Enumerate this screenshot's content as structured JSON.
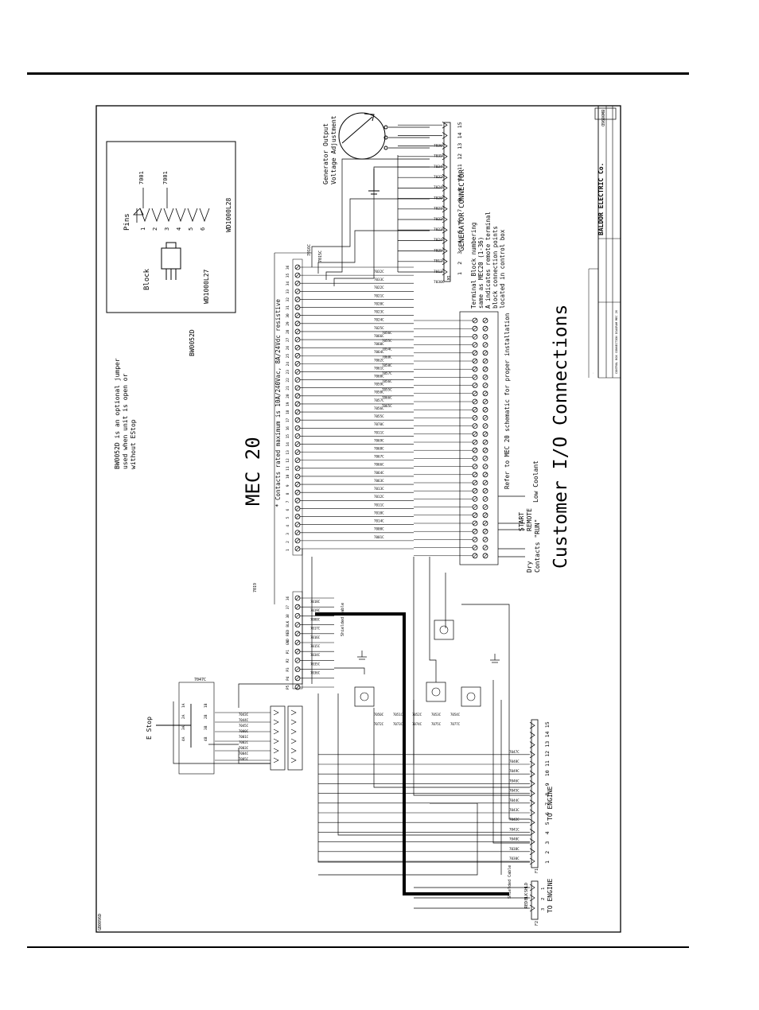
{
  "page": {
    "sheet_code_top": "BW0096D",
    "sheet_code_bottom": "GB0096D"
  },
  "title_block": {
    "company": "BALDOR ELECTRIC Co.",
    "drawing_title": "CONTROL BOX CONNECTION DIAGRAM MEC 20"
  },
  "main_title": "Customer I/O Connections",
  "mec_title": "MEC 20",
  "contacts_note": "* Contacts rated maximum is 10A/240Vac, 8A/24Vdc resistive",
  "refer_note": "Refer to MEC 20 schematic for proper installation",
  "terminal_note": [
    "Terminal Block numbering",
    "same as MEC20 (1-36)",
    "A indicates remote terminal",
    "block connection points",
    "located in control box"
  ],
  "jumper_note": [
    "BW0052D is an optional jumper",
    "used when unit is open or",
    "without EStop"
  ],
  "jumper_part": "BW0052D",
  "inset": {
    "block_label": "Block",
    "pins_label": "Pins",
    "part_block": "WD1000L27",
    "part_pins": "WD1000L28",
    "wire_top": "7001",
    "wire_bottom": "7001",
    "pins": [
      "1",
      "2",
      "3",
      "4",
      "5",
      "6"
    ]
  },
  "generator": {
    "connector_label": "GENERATOR CONNECTOR",
    "adjust_label": [
      "Generator Output",
      "Voltage Adjustment"
    ],
    "connector_id": "M1",
    "pins": [
      "1",
      "2",
      "3",
      "4",
      "5",
      "6",
      "7",
      "8",
      "9",
      "10",
      "11",
      "12",
      "13",
      "14",
      "15"
    ],
    "wires": [
      "7030C",
      "7013C",
      "7012C",
      "7025C",
      "7024C",
      "7023C",
      "7022C",
      "7021C",
      "7020C",
      "7024C",
      "7032C",
      "7034C",
      "7035C",
      "7036C"
    ]
  },
  "labels": {
    "estop": "E Stop",
    "low_coolant": "Low Coolant",
    "remote_start": [
      "REMOTE",
      "START"
    ],
    "dry_contacts": [
      "Dry",
      "Contacts \"RUN\""
    ],
    "to_engine_1": "TO ENGINE",
    "to_engine_2": "TO ENGINE",
    "shielded_cable_1": "Shielded Cable",
    "shielded_cable_2": "Shielded Cable",
    "shld": "SHLD",
    "blk": "BLK",
    "red": "RED",
    "f1": "F1",
    "f2": "F2",
    "w7019": "7019",
    "w7047c": "7047C",
    "w7015c": "7015C",
    "w7016c": "7016C"
  },
  "mec_terminals": [
    "36",
    "35",
    "34",
    "33",
    "32",
    "31",
    "30",
    "29",
    "28",
    "27",
    "26",
    "25",
    "24",
    "23",
    "22",
    "21",
    "20",
    "19",
    "18",
    "17",
    "16",
    "15",
    "14",
    "13",
    "12",
    "11",
    "10",
    "9",
    "8",
    "7",
    "6",
    "5",
    "4",
    "3",
    "2",
    "1"
  ],
  "mec_wires": [
    "7032C",
    "7033C",
    "7022C",
    "7021C",
    "7020C",
    "7023C",
    "7024C",
    "7025C",
    "7066C",
    "7060C",
    "7064C",
    "7062C",
    "7061C",
    "7060C",
    "7059C",
    "7058C",
    "7057C",
    "7056C",
    "7055C",
    "7070C",
    "7011C",
    "7069C",
    "7068C",
    "7067C",
    "7066C",
    "7064C",
    "7063C",
    "7013C",
    "7012C",
    "7011C",
    "7010C",
    "7014C",
    "7000C",
    "7001C"
  ],
  "remote_wires": [
    "7056C",
    "7055C",
    "7054C",
    "7060C",
    "7058C",
    "7057C",
    "7056C",
    "7055C",
    "7066C",
    "7065C"
  ],
  "engine_pins": [
    "1",
    "2",
    "3",
    "4",
    "5",
    "6",
    "7",
    "8",
    "9",
    "10",
    "11",
    "12",
    "13",
    "14",
    "15"
  ],
  "engine_wires": [
    "7030C",
    "7038C",
    "7040C",
    "7041C",
    "7042C",
    "7043C",
    "7044C",
    "7045C",
    "7046C",
    "7049C",
    "7048C",
    "7047C"
  ],
  "engine2_pins": [
    "1",
    "2",
    "3"
  ],
  "relay_wires": [
    "7050C",
    "7051C",
    "7052C",
    "7053C",
    "7054C",
    "7072C",
    "7073C",
    "7074C",
    "7075C",
    "7077C"
  ],
  "estop_wires": [
    "7043C",
    "7044C",
    "7045C",
    "7000C",
    "7001C",
    "7002C",
    "7003C",
    "7004C",
    "7005C"
  ],
  "estop_pins": [
    "1A",
    "2A",
    "3A",
    "4A",
    "1B",
    "2B",
    "3B",
    "4B"
  ],
  "mid_terminals": [
    "36",
    "37",
    "38",
    "BLK",
    "RED",
    "GND",
    "P1",
    "P2",
    "P3",
    "P4",
    "P5"
  ],
  "mid_wires": [
    "7018C",
    "7019C",
    "7080C",
    "7017C",
    "7016C",
    "7015C",
    "7034C",
    "7035C",
    "7036C"
  ],
  "colors": {
    "ink": "#000000",
    "paper": "#ffffff"
  }
}
